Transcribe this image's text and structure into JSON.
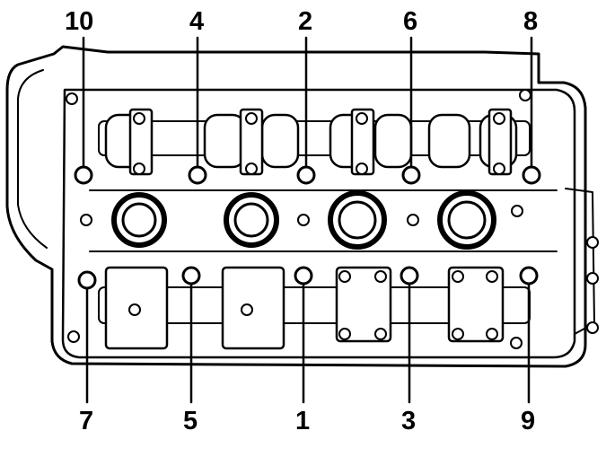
{
  "diagram": {
    "top_labels": [
      "10",
      "4",
      "2",
      "6",
      "8"
    ],
    "bottom_labels": [
      "7",
      "5",
      "1",
      "3",
      "9"
    ]
  }
}
